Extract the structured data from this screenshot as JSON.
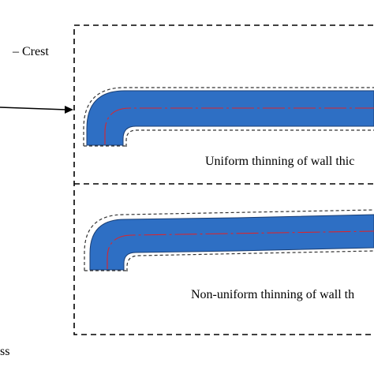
{
  "diagram": {
    "crest_label": "– Crest",
    "uniform_caption": "Uniform thinning of wall thic",
    "nonuniform_caption": "Non-uniform thinning of wall th",
    "bottom_fragment": "ss",
    "colors": {
      "pipe_fill": "#2e6fc4",
      "pipe_outline": "#1a3e73",
      "centerline": "#d9262e",
      "dashed_border": "#000000",
      "arrow": "#000000"
    }
  }
}
